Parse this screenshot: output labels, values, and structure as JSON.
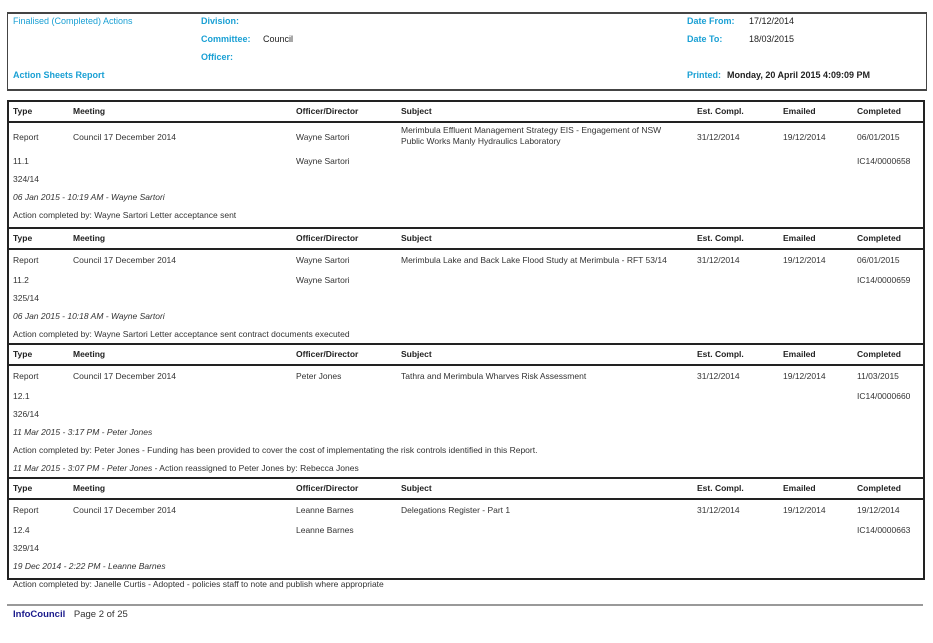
{
  "header": {
    "report_status": "Finalised (Completed) Actions",
    "report_name": "Action Sheets Report",
    "division_label": "Division:",
    "committee_label": "Committee:",
    "committee_value": "Council",
    "officer_label": "Officer:",
    "date_from_label": "Date From:",
    "date_from_value": "17/12/2014",
    "date_to_label": "Date To:",
    "date_to_value": "18/03/2015",
    "printed_label": "Printed:",
    "printed_value": "Monday, 20 April 2015  4:09:09 PM"
  },
  "columns": [
    "Type",
    "Meeting",
    "Officer/Director",
    "Subject",
    "Est. Compl.",
    "Emailed",
    "Completed"
  ],
  "actions": [
    {
      "type": "Report",
      "meeting": "Council 17 December 2014",
      "officer": "Wayne Sartori",
      "subject": "Merimbula Effluent Management Strategy EIS - Engagement of NSW Public Works Manly Hydraulics Laboratory",
      "est": "31/12/2014",
      "emailed": "19/12/2014",
      "completed": "06/01/2015",
      "item": "11.1",
      "officer2": "Wayne Sartori",
      "ref": "IC14/0000658",
      "resolution": "324/14",
      "notes": [
        {
          "italic": "06 Jan 2015 - 10:19 AM - Wayne Sartori",
          "text": ""
        },
        {
          "italic": "",
          "text": "Action completed by: Wayne Sartori Letter acceptance sent"
        }
      ]
    },
    {
      "type": "Report",
      "meeting": "Council 17 December 2014",
      "officer": "Wayne Sartori",
      "subject": "Merimbula Lake and Back Lake Flood Study at Merimbula - RFT 53/14",
      "est": "31/12/2014",
      "emailed": "19/12/2014",
      "completed": "06/01/2015",
      "item": "11.2",
      "officer2": "Wayne Sartori",
      "ref": "IC14/0000659",
      "resolution": "325/14",
      "notes": [
        {
          "italic": "06 Jan 2015 - 10:18 AM - Wayne Sartori",
          "text": ""
        },
        {
          "italic": "",
          "text": "Action completed by: Wayne Sartori Letter acceptance sent contract documents executed"
        }
      ]
    },
    {
      "type": "Report",
      "meeting": "Council 17 December 2014",
      "officer": "Peter Jones",
      "subject": "Tathra and Merimbula Wharves Risk Assessment",
      "est": "31/12/2014",
      "emailed": "19/12/2014",
      "completed": "11/03/2015",
      "item": "12.1",
      "officer2": "",
      "ref": "IC14/0000660",
      "resolution": "326/14",
      "notes": [
        {
          "italic": "11 Mar 2015 - 3:17 PM - Peter Jones",
          "text": ""
        },
        {
          "italic": "",
          "text": "Action completed by: Peter Jones - Funding has been provided to cover the cost of implementating the risk controls identified in this Report."
        },
        {
          "italic": "11 Mar 2015 - 3:07 PM - Peter Jones",
          "text": " - Action reassigned to Peter Jones by: Rebecca Jones"
        }
      ]
    },
    {
      "type": "Report",
      "meeting": "Council 17 December 2014",
      "officer": "Leanne Barnes",
      "subject": "Delegations Register - Part 1",
      "est": "31/12/2014",
      "emailed": "19/12/2014",
      "completed": "19/12/2014",
      "item": "12.4",
      "officer2": "Leanne Barnes",
      "ref": "IC14/0000663",
      "resolution": "329/14",
      "notes": [
        {
          "italic": "19 Dec 2014 - 2:22 PM - Leanne Barnes",
          "text": ""
        },
        {
          "italic": "",
          "text": "Action completed by: Janelle Curtis - Adopted - policies staff to note and publish where appropriate"
        }
      ]
    }
  ],
  "footer": {
    "brand": "InfoCouncil",
    "page": "Page 2 of 25"
  }
}
